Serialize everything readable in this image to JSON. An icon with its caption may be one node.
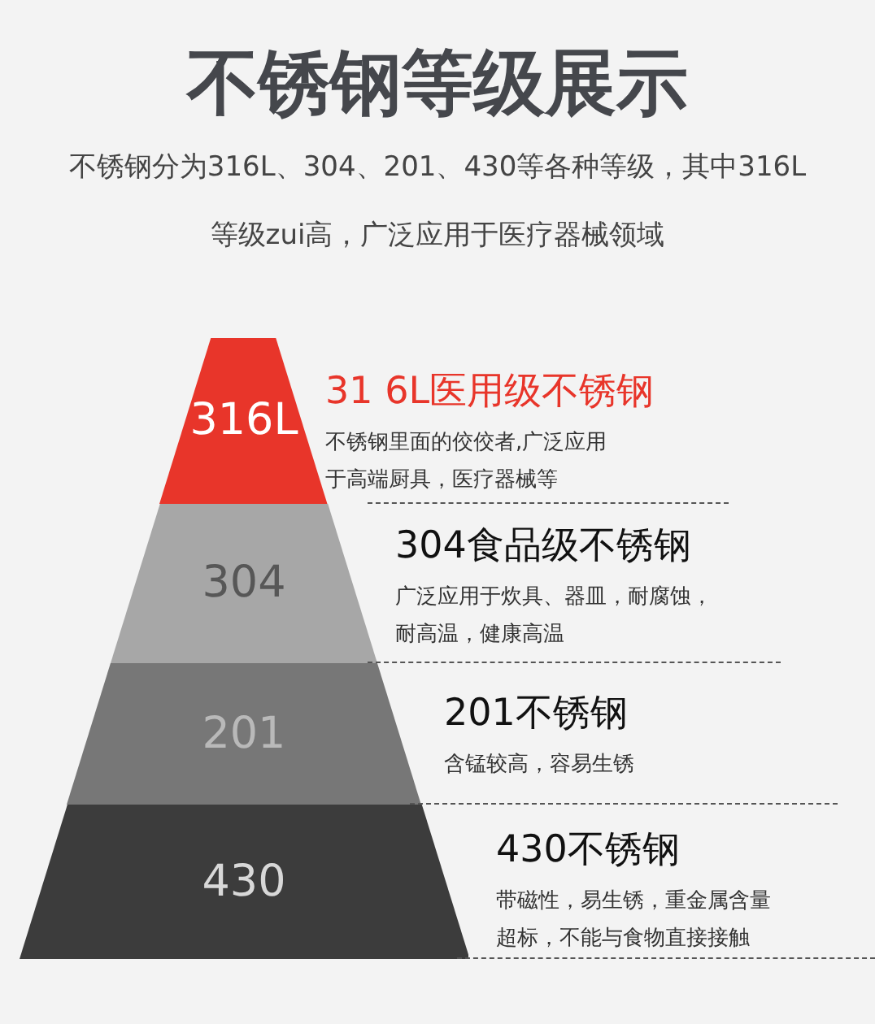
{
  "diagram": {
    "title": "不锈钢等级展示",
    "nodes": [
      {
        "text": [
          "316L"
        ],
        "beside": [
          "31 6L医用级不锈钢",
          "不锈钢里面的佼佼者,广泛应用于高端厨具，医疗器械等"
        ]
      },
      {
        "text": [
          "304"
        ],
        "beside": [
          "304食品级不锈钢",
          "广泛应用于炊具、器皿，耐腐蚀，耐高温，健康高温"
        ]
      },
      {
        "text": [
          "201"
        ],
        "beside": [
          "201不锈钢",
          "含锰较高，容易生锈"
        ]
      },
      {
        "text": [
          "430"
        ],
        "beside": [
          "430不锈钢",
          "带磁性，易生锈，重金属含量超标，不能与食物直接接触"
        ]
      }
    ],
    "labels": [
      "不锈钢分为316L、304、201、430等各种等级，其中316L等级zui高，广泛应用于医疗器械领域"
    ]
  }
}
